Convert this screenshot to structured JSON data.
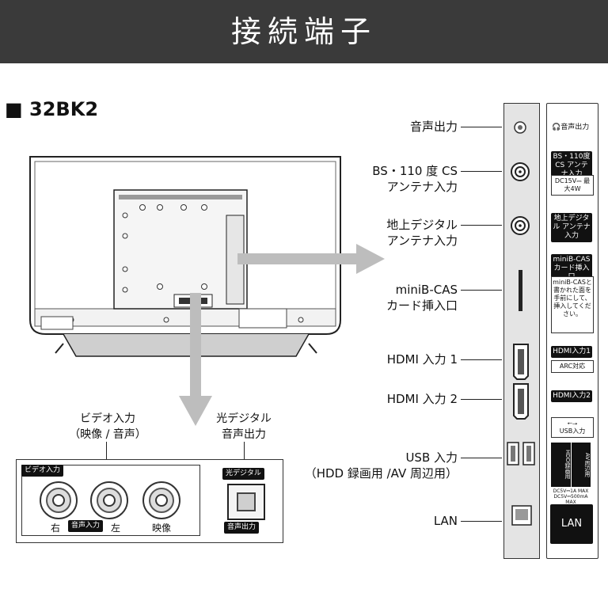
{
  "header": {
    "title": "接続端子"
  },
  "model": "■ 32BK2",
  "callouts": {
    "audio_out": "音声出力",
    "bs_cs_1": "BS・110 度 CS",
    "bs_cs_2": "アンテナ入力",
    "terrestrial_1": "地上デジタル",
    "terrestrial_2": "アンテナ入力",
    "minibcas_1": "miniB-CAS",
    "minibcas_2": "カード挿入口",
    "hdmi1": "HDMI 入力 1",
    "hdmi2": "HDMI 入力 2",
    "usb_1": "USB 入力",
    "usb_2": "（HDD 録画用 /AV 周辺用）",
    "lan": "LAN",
    "video_in_1": "ビデオ入力",
    "video_in_2": "（映像 / 音声）",
    "optical_1": "光デジタル",
    "optical_2": "音声出力"
  },
  "panel_labels": {
    "headphone": "音声出力",
    "bs_cs_tag": "BS・110度CS アンテナ入力",
    "bs_cs_power": "DC15V⎓ 最大4W",
    "terrestrial_tag": "地上デジタル アンテナ入力",
    "minibcas_tag": "miniB-CAS カード挿入口",
    "minibcas_note": "miniB-CASと書かれた面を手前にして、挿入してください。",
    "hdmi1_tag": "HDMI入力1",
    "hdmi1_arc": "ARC対応",
    "hdmi2_tag": "HDMI入力2",
    "usb_tag": "USB入力",
    "usb_hdd": "HDD録画用",
    "usb_hdd_spec": "DC5V⎓1A MAX",
    "usb_av": "AV周辺用",
    "usb_av_spec": "DC5V⎓500mA MAX",
    "lan_tag": "LAN"
  },
  "av_panel": {
    "video_tag": "ビデオ入力",
    "right": "右",
    "audio_in": "音声入力",
    "left": "左",
    "video": "映像",
    "optical_tag": "光デジタル",
    "optical_bottom": "音声出力"
  },
  "colors": {
    "header_bg": "#3a3a3a",
    "arrow": "#bdbdbd",
    "label_black": "#111111"
  }
}
